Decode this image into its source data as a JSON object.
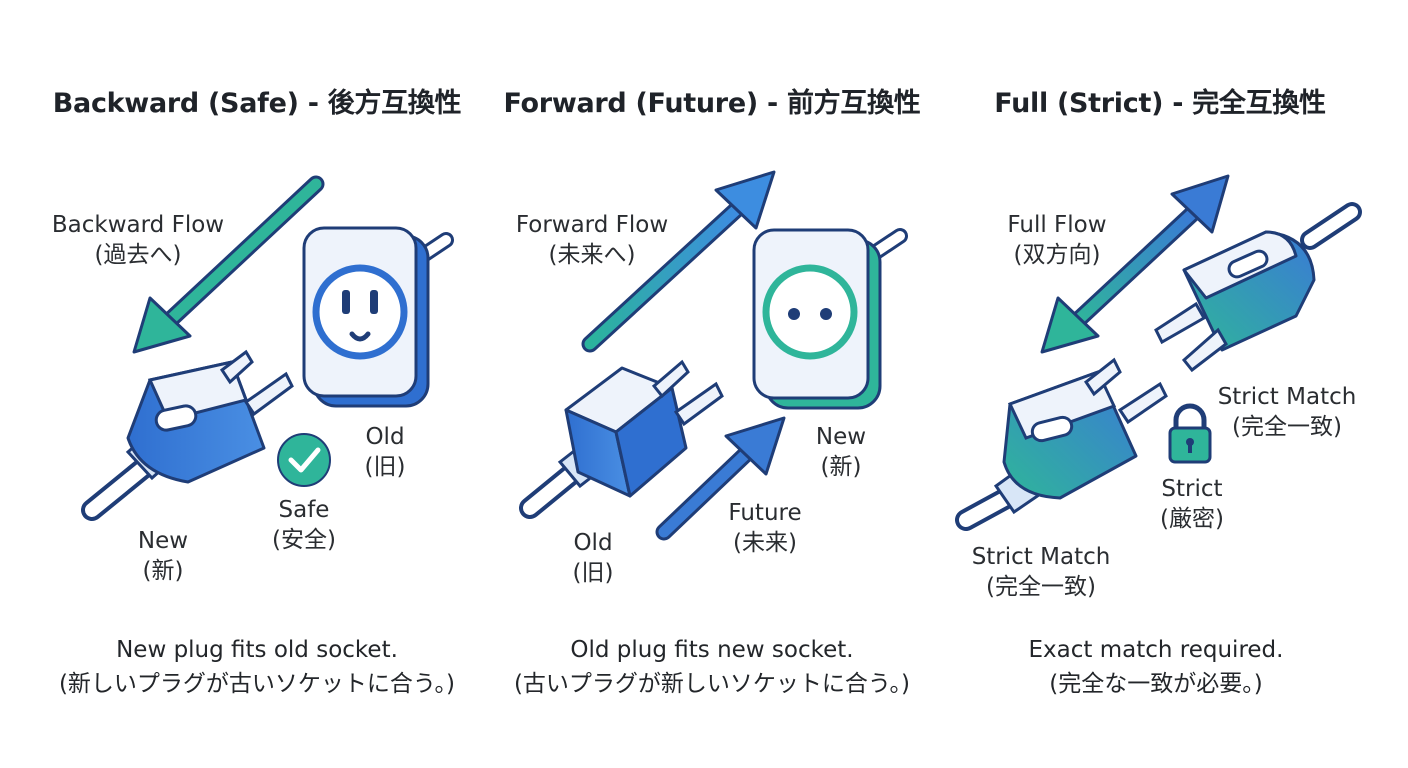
{
  "panels": {
    "backward": {
      "title": "Backward (Safe) - 後方互換性",
      "flow_en": "Backward Flow",
      "flow_jp": "(過去へ)",
      "socket_en": "Old",
      "socket_jp": "(旧)",
      "plug_en": "New",
      "plug_jp": "(新)",
      "badge_en": "Safe",
      "badge_jp": "(安全)",
      "caption_en": "New plug fits old socket.",
      "caption_jp": "(新しいプラグが古いソケットに合う。)"
    },
    "forward": {
      "title": "Forward (Future) - 前方互換性",
      "flow_en": "Forward Flow",
      "flow_jp": "(未来へ)",
      "socket_en": "New",
      "socket_jp": "(新)",
      "plug_en": "Old",
      "plug_jp": "(旧)",
      "arrow_en": "Future",
      "arrow_jp": "(未来)",
      "caption_en": "Old plug fits new socket.",
      "caption_jp": "(古いプラグが新しいソケットに合う。)"
    },
    "full": {
      "title": "Full (Strict) - 完全互換性",
      "flow_en": "Full Flow",
      "flow_jp": "(双方向)",
      "match_top_en": "Strict Match",
      "match_top_jp": "(完全一致)",
      "lock_en": "Strict",
      "lock_jp": "(厳密)",
      "match_bottom_en": "Strict Match",
      "match_bottom_jp": "(完全一致)",
      "caption_en": "Exact match required.",
      "caption_jp": "(完全な一致が必要。)"
    }
  },
  "icons": [
    "arrow-icon",
    "socket-icon",
    "plug-icon",
    "check-icon",
    "lock-icon"
  ],
  "colors": {
    "blue": "#3a7bd5",
    "teal": "#2fb59a",
    "outline": "#1f3d77",
    "socket_fill": "#eef3fb"
  }
}
